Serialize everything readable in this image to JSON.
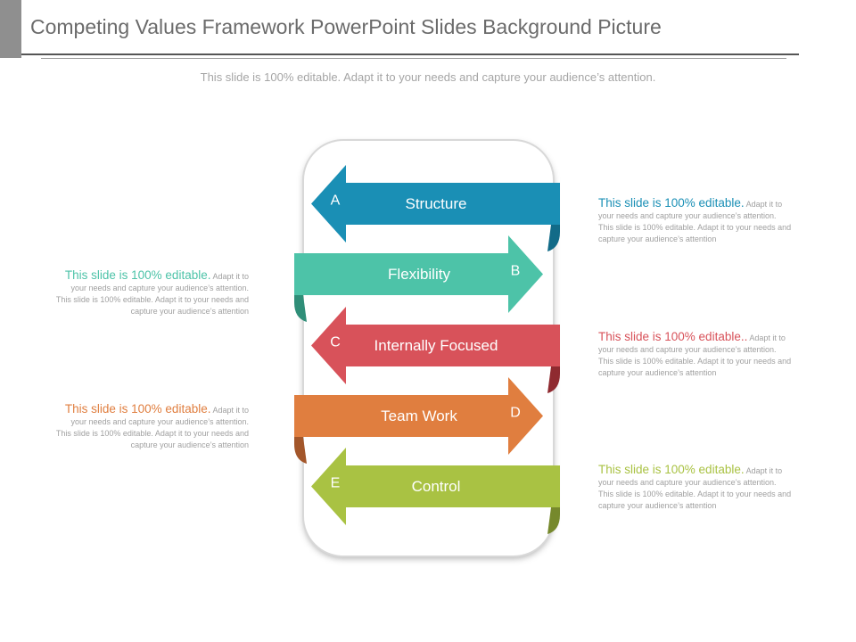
{
  "header": {
    "title": "Competing Values Framework PowerPoint Slides Background Picture",
    "subtitle": "This slide is 100% editable. Adapt it to your needs and capture your audience’s attention."
  },
  "ribbons": [
    {
      "letter": "A",
      "label": "Structure",
      "direction": "left",
      "color": "#1a8fb5",
      "dark": "#126b88"
    },
    {
      "letter": "B",
      "label": "Flexibility",
      "direction": "right",
      "color": "#4dc3a8",
      "dark": "#2f8e78"
    },
    {
      "letter": "C",
      "label": "Internally Focused",
      "direction": "left",
      "color": "#d8525a",
      "dark": "#8f2a30"
    },
    {
      "letter": "D",
      "label": "Team Work",
      "direction": "right",
      "color": "#e07e3f",
      "dark": "#a3562a"
    },
    {
      "letter": "E",
      "label": "Control",
      "direction": "left",
      "color": "#a9c243",
      "dark": "#76892c"
    }
  ],
  "notes": [
    {
      "side": "right",
      "lead": "This slide is 100% editable.",
      "body": " Adapt it to your needs and capture your audience’s attention. This slide is 100% editable. Adapt it to your needs and capture your audience’s attention",
      "color": "#1a8fb5"
    },
    {
      "side": "left",
      "lead": "This slide is 100% editable.",
      "body": " Adapt it to your needs and capture your audience’s attention. This slide is 100% editable. Adapt it to your needs and capture your audience’s attention",
      "color": "#4dc3a8"
    },
    {
      "side": "right",
      "lead": "This slide is 100% editable..",
      "body": " Adapt it to your needs and capture your audience’s attention. This slide is 100% editable. Adapt it to your needs and capture your audience’s attention",
      "color": "#d8525a"
    },
    {
      "side": "left",
      "lead": "This slide is 100% editable.",
      "body": " Adapt it to your needs and capture your audience’s attention. This slide is 100% editable. Adapt it to your needs and capture your audience’s attention",
      "color": "#e07e3f"
    },
    {
      "side": "right",
      "lead": "This slide is 100% editable.",
      "body": " Adapt it to your needs and capture your audience’s attention. This slide is 100% editable. Adapt it to your needs and capture your audience’s attention",
      "color": "#a9c243"
    }
  ]
}
